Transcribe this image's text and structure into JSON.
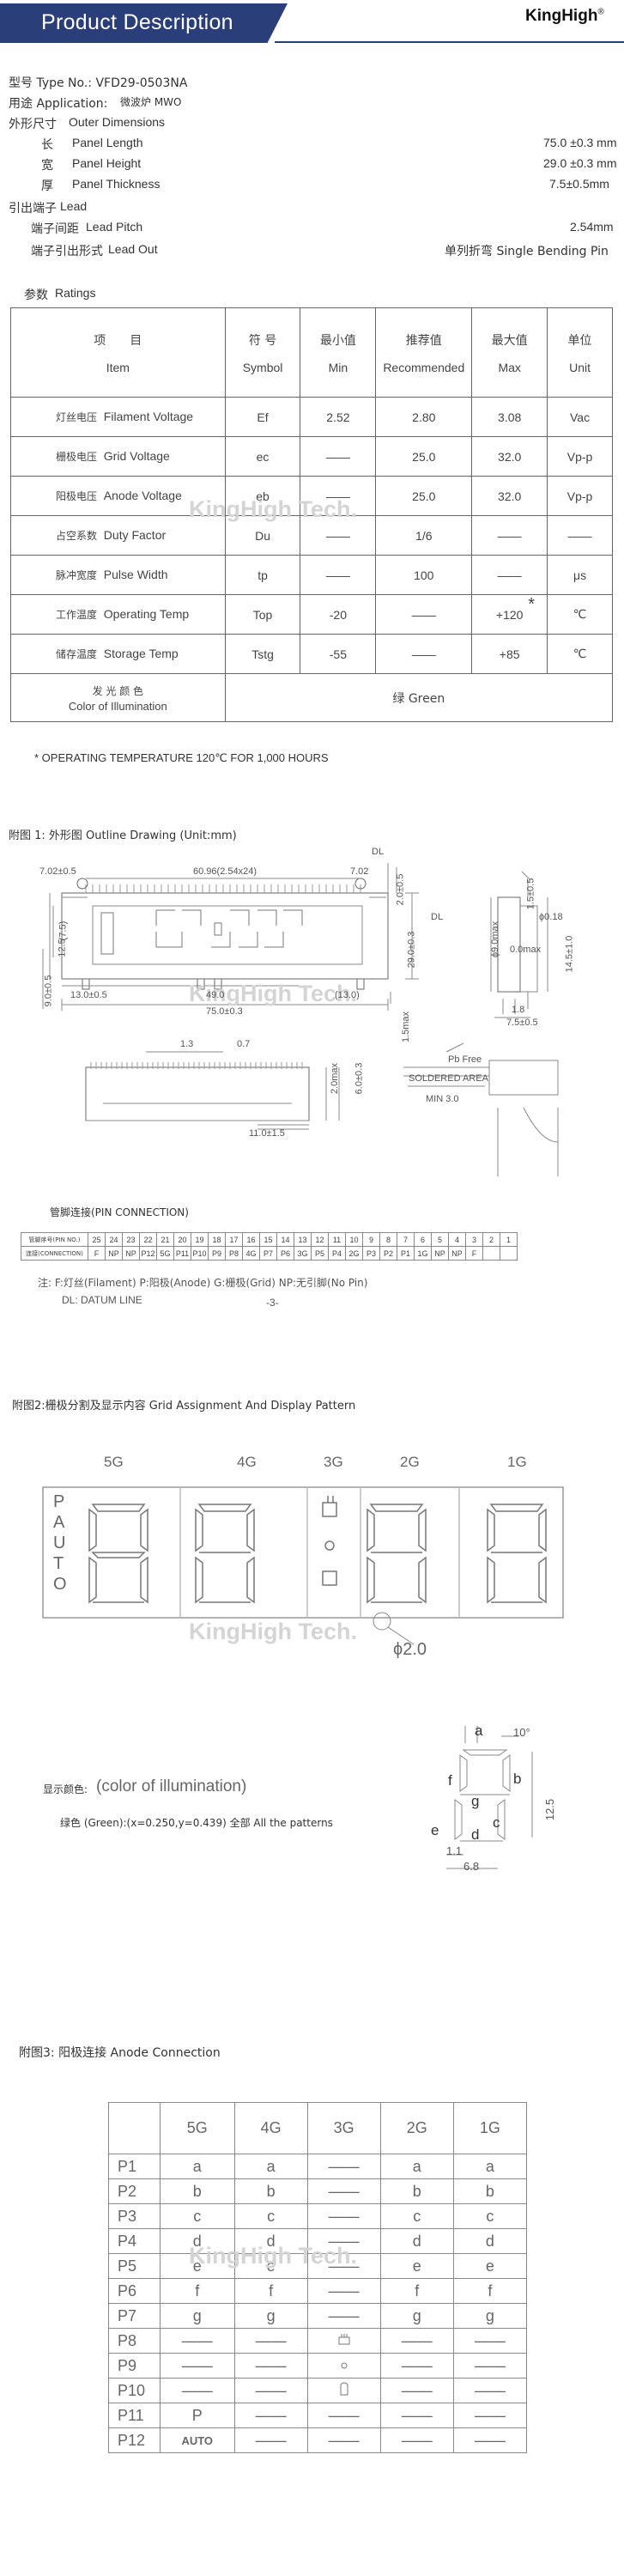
{
  "header": {
    "title": "Product Description",
    "logo": "KingHigh",
    "logo_mark": "®"
  },
  "specs": {
    "type_no": "型号 Type No.: VFD29-0503NA",
    "application_label": "用途  Application:",
    "application_value": "微波炉  MWO",
    "outer_label": "外形尺寸",
    "outer_en": "Outer Dimensions",
    "length_label": "长",
    "length_en": "Panel Length",
    "length_value": "75.0 ±0.3 mm",
    "height_label": "宽",
    "height_en": "Panel Height",
    "height_value": "29.0 ±0.3 mm",
    "thick_label": "厚",
    "thick_en": "Panel Thickness",
    "thick_value": "7.5±0.5mm",
    "lead_label": "引出端子",
    "lead_en": "Lead",
    "pitch_label": "端子间距",
    "pitch_en": "Lead Pitch",
    "pitch_value": "2.54mm",
    "leadout_label": "端子引出形式",
    "leadout_en": "Lead Out",
    "leadout_value": "单列折弯 Single  Bending  Pin",
    "ratings_label": "参数",
    "ratings_en": "Ratings"
  },
  "ratings": {
    "headers": [
      {
        "cn": "项　　目",
        "en": "Item"
      },
      {
        "cn": "符 号",
        "en": "Symbol"
      },
      {
        "cn": "最小值",
        "en": "Min"
      },
      {
        "cn": "推荐值",
        "en": "Recommended"
      },
      {
        "cn": "最大值",
        "en": "Max"
      },
      {
        "cn": "单位",
        "en": "Unit"
      }
    ],
    "rows": [
      {
        "cn": "灯丝电压",
        "en": "Filament Voltage",
        "symbol": "Ef",
        "min": "2.52",
        "rec": "2.80",
        "max": "3.08",
        "unit": "Vac"
      },
      {
        "cn": "栅极电压",
        "en": "Grid Voltage",
        "symbol": "ec",
        "min": "——",
        "rec": "25.0",
        "max": "32.0",
        "unit": "Vp-p"
      },
      {
        "cn": "阳极电压",
        "en": "Anode Voltage",
        "symbol": "eb",
        "min": "——",
        "rec": "25.0",
        "max": "32.0",
        "unit": "Vp-p"
      },
      {
        "cn": "占空系数",
        "en": "Duty Factor",
        "symbol": "Du",
        "min": "——",
        "rec": "1/6",
        "max": "——",
        "unit": "——"
      },
      {
        "cn": "脉冲宽度",
        "en": "Pulse Width",
        "symbol": "tp",
        "min": "——",
        "rec": "100",
        "max": "——",
        "unit": "μs"
      },
      {
        "cn": "工作温度",
        "en": "Operating Temp",
        "symbol": "Top",
        "min": "-20",
        "rec": "——",
        "max": "+120",
        "unit": "℃"
      },
      {
        "cn": "储存温度",
        "en": "Storage Temp",
        "symbol": "Tstg",
        "min": "-55",
        "rec": "——",
        "max": "+85",
        "unit": "℃"
      }
    ],
    "color_cn": "发 光 颜 色",
    "color_en": "Color of Illumination",
    "color_value": "绿 Green",
    "star": "*",
    "note": "* OPERATING TEMPERATURE 120℃ FOR 1,000 HOURS"
  },
  "watermark": "KingHigh Tech.",
  "outline": {
    "title": "附图 1: 外形图  Outline Drawing (Unit:mm)",
    "dims": [
      "7.02±0.5",
      "60.96(2.54x24)",
      "7.02",
      "DL",
      "2.0±0.5",
      "DL",
      "12.5",
      "(7.5)",
      "29.0±0.3",
      "9.0±0.5",
      "13.0±0.5",
      "49.0",
      "(13.0)",
      "1.5max",
      "75.0±0.3",
      "1.5±0.5",
      "ϕ0.18",
      "ϕ9.0max",
      "0.0max",
      "14.5±1.0",
      "1.8",
      "7.5±0.5",
      "1.3",
      "0.7",
      "2.0max",
      "6.0±0.3",
      "11.0±1.5",
      "Pb Free",
      "SOLDERED AREA",
      "MIN 3.0"
    ],
    "pin_title": "管脚连接(PIN CONNECTION)",
    "pin_row1_label": "管脚序号(PIN NO.)",
    "pin_row2_label": "连接(CONNECTION)",
    "pin_numbers": [
      "25",
      "24",
      "23",
      "22",
      "21",
      "20",
      "19",
      "18",
      "17",
      "16",
      "15",
      "14",
      "13",
      "12",
      "11",
      "10",
      "9",
      "8",
      "7",
      "6",
      "5",
      "4",
      "3",
      "2",
      "1"
    ],
    "pin_connections": [
      "F",
      "NP",
      "NP",
      "P12",
      "5G",
      "P11",
      "P10",
      "P9",
      "P8",
      "4G",
      "P7",
      "P6",
      "3G",
      "P5",
      "P4",
      "2G",
      "P3",
      "P2",
      "P1",
      "1G",
      "NP",
      "NP",
      "F",
      "",
      ""
    ],
    "legend": "注: F:灯丝(Filament)   P:阳极(Anode)   G:栅极(Grid)   NP:无引脚(No Pin)",
    "legend2": "DL: DATUM  LINE",
    "page": "-3-"
  },
  "grid_section": {
    "title": "附图2:栅极分割及显示内容   Grid Assignment And Display Pattern",
    "grids": [
      "5G",
      "4G",
      "3G",
      "2G",
      "1G"
    ],
    "auto_letters": [
      "P",
      "A",
      "U",
      "T",
      "O"
    ],
    "phi": "ϕ2.0",
    "dims": [
      "10°",
      "12.5",
      "1.1",
      "6.8"
    ],
    "seg_labels": [
      "f",
      "b",
      "g",
      "c",
      "e",
      "d",
      "a"
    ],
    "color_label": "显示颜色:",
    "color_en": "(color of illumination)",
    "color_detail": "绿色 (Green):(x=0.250,y=0.439)      全部      All the patterns"
  },
  "anode": {
    "title": "附图3: 阳极连接 Anode Connection",
    "headers": [
      "",
      "5G",
      "4G",
      "3G",
      "2G",
      "1G"
    ],
    "rows": [
      [
        "P1",
        "a",
        "a",
        "——",
        "a",
        "a"
      ],
      [
        "P2",
        "b",
        "b",
        "——",
        "b",
        "b"
      ],
      [
        "P3",
        "c",
        "c",
        "——",
        "c",
        "c"
      ],
      [
        "P4",
        "d",
        "d",
        "——",
        "d",
        "d"
      ],
      [
        "P5",
        "e",
        "e",
        "——",
        "e",
        "e"
      ],
      [
        "P6",
        "f",
        "f",
        "——",
        "f",
        "f"
      ],
      [
        "P7",
        "g",
        "g",
        "——",
        "g",
        "g"
      ],
      [
        "P8",
        "——",
        "——",
        "",
        "——",
        "——"
      ],
      [
        "P9",
        "——",
        "——",
        "",
        "——",
        "——"
      ],
      [
        "P10",
        "——",
        "——",
        "",
        "——",
        "——"
      ],
      [
        "P11",
        "P",
        "——",
        "——",
        "——",
        "——"
      ],
      [
        "P12",
        "AUTO",
        "——",
        "——",
        "——",
        "——"
      ]
    ]
  }
}
